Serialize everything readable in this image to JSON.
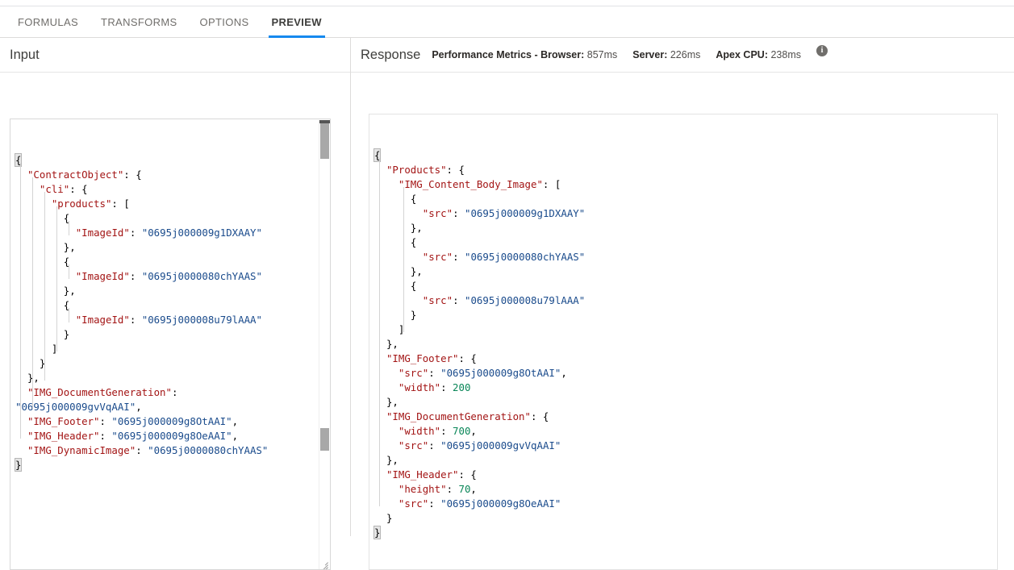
{
  "tabs": [
    {
      "label": "FORMULAS",
      "active": false
    },
    {
      "label": "TRANSFORMS",
      "active": false
    },
    {
      "label": "OPTIONS",
      "active": false
    },
    {
      "label": "PREVIEW",
      "active": true
    }
  ],
  "input_pane": {
    "title": "Input",
    "code_lines": [
      "{",
      "  \"ContractObject\": {",
      "    \"cli\": {",
      "      \"products\": [",
      "        {",
      "          \"ImageId\": \"0695j000009g1DXAAY\"",
      "        },",
      "        {",
      "          \"ImageId\": \"0695j0000080chYAAS\"",
      "        },",
      "        {",
      "          \"ImageId\": \"0695j000008u79lAAA\"",
      "        }",
      "      ]",
      "    }",
      "  },",
      "  \"IMG_DocumentGeneration\":",
      "\"0695j000009gvVqAAI\",",
      "  \"IMG_Footer\": \"0695j000009g8OtAAI\",",
      "  \"IMG_Header\": \"0695j000009g8OeAAI\",",
      "  \"IMG_DynamicImage\": \"0695j0000080chYAAS\"",
      "}"
    ]
  },
  "response_pane": {
    "title": "Response",
    "metrics_label": "Performance Metrics - Browser:",
    "browser_value": "857ms",
    "server_label": "Server:",
    "server_value": "226ms",
    "apex_label": "Apex CPU:",
    "apex_value": "238ms",
    "info_glyph": "i",
    "code_lines": [
      "{",
      "  \"Products\": {",
      "    \"IMG_Content_Body_Image\": [",
      "      {",
      "        \"src\": \"0695j000009g1DXAAY\"",
      "      },",
      "      {",
      "        \"src\": \"0695j0000080chYAAS\"",
      "      },",
      "      {",
      "        \"src\": \"0695j000008u79lAAA\"",
      "      }",
      "    ]",
      "  },",
      "  \"IMG_Footer\": {",
      "    \"src\": \"0695j000009g8OtAAI\",",
      "    \"width\": 200",
      "  },",
      "  \"IMG_DocumentGeneration\": {",
      "    \"width\": 700,",
      "    \"src\": \"0695j000009gvVqAAI\"",
      "  },",
      "  \"IMG_Header\": {",
      "    \"height\": 70,",
      "    \"src\": \"0695j000009g8OeAAI\"",
      "  }",
      "}"
    ]
  },
  "colors": {
    "accent": "#1589ee",
    "json_key": "#a31515",
    "json_string": "#1a4b8c",
    "json_number": "#098658",
    "border": "#dddbda"
  }
}
